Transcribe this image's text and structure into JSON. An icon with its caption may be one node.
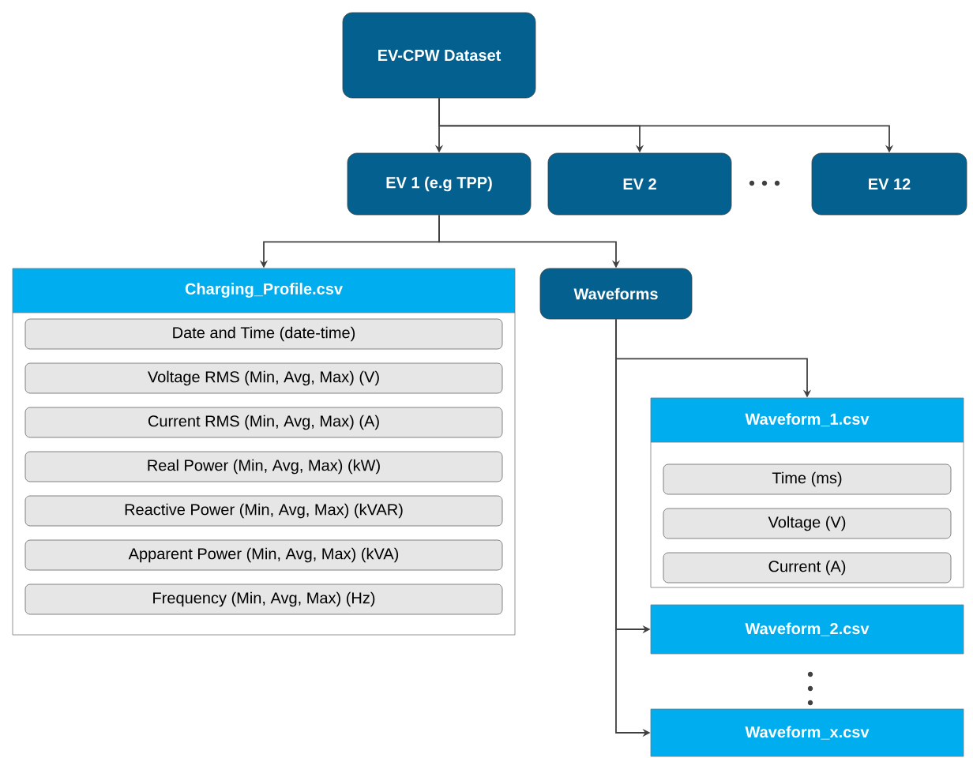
{
  "diagram": {
    "nodes": [
      {
        "text": [
          "EV-CPW Dataset"
        ]
      },
      {
        "text": [
          "EV 1 (e.g TPP)"
        ]
      },
      {
        "text": [
          "EV 2"
        ]
      },
      {
        "text": [
          "EV 12"
        ]
      },
      {
        "text": [
          "Charging_Profile.csv"
        ]
      },
      {
        "text": [
          "Date and Time (date-time)"
        ],
        "in": 4
      },
      {
        "text": [
          "Voltage RMS (Min, Avg, Max) (V)"
        ],
        "in": 4
      },
      {
        "text": [
          "Current RMS (Min, Avg, Max) (A)"
        ],
        "in": 4
      },
      {
        "text": [
          "Real Power (Min, Avg, Max) (kW)"
        ],
        "in": 4
      },
      {
        "text": [
          "Reactive Power (Min, Avg, Max) (kVAR)"
        ],
        "in": 4
      },
      {
        "text": [
          "Apparent Power (Min, Avg, Max) (kVA)"
        ],
        "in": 4
      },
      {
        "text": [
          "Frequency (Min, Avg, Max) (Hz)"
        ],
        "in": 4
      },
      {
        "text": [
          "Waveforms"
        ]
      },
      {
        "text": [
          "Waveform_1.csv"
        ]
      },
      {
        "text": [
          "Time (ms)"
        ],
        "in": 13
      },
      {
        "text": [
          "Voltage (V)"
        ],
        "in": 13
      },
      {
        "text": [
          "Current (A)"
        ],
        "in": 13
      },
      {
        "text": [
          "Waveform_2.csv"
        ]
      },
      {
        "text": [
          "Waveform_x.csv"
        ]
      }
    ],
    "edges": [
      {
        "from": 0,
        "to": 1,
        "arrow": "to"
      },
      {
        "from": 0,
        "to": 2,
        "arrow": "to"
      },
      {
        "from": 0,
        "to": 3,
        "arrow": "to"
      },
      {
        "from": 1,
        "to": 4,
        "arrow": "to"
      },
      {
        "from": 1,
        "to": 12,
        "arrow": "to"
      },
      {
        "from": 12,
        "to": 13,
        "arrow": "to"
      },
      {
        "from": 12,
        "to": 17,
        "arrow": "to"
      },
      {
        "from": 12,
        "to": 18,
        "arrow": "to"
      }
    ]
  }
}
